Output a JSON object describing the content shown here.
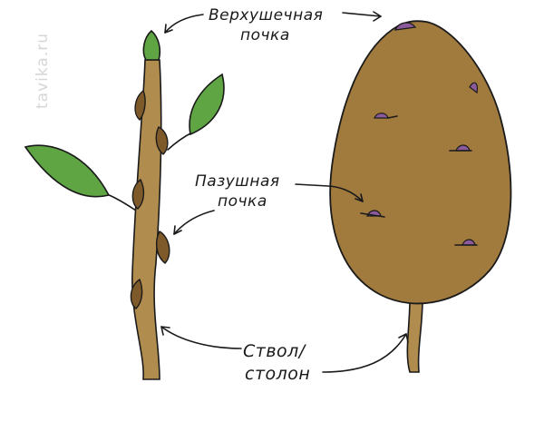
{
  "watermark": "tavika.ru",
  "labels": {
    "apical_bud_line1": "Верхушечная",
    "apical_bud_line2": "почка",
    "axillary_bud_line1": "Пазушная",
    "axillary_bud_line2": "почка",
    "stem_line1": "Ствол/",
    "stem_line2": "столон"
  },
  "colors": {
    "stem": "#b08c4e",
    "bud": "#7e5a2a",
    "leaf": "#5fa544",
    "tuber": "#a17a3e",
    "eye": "#8b5a9a",
    "ink": "#1a1a1a"
  }
}
